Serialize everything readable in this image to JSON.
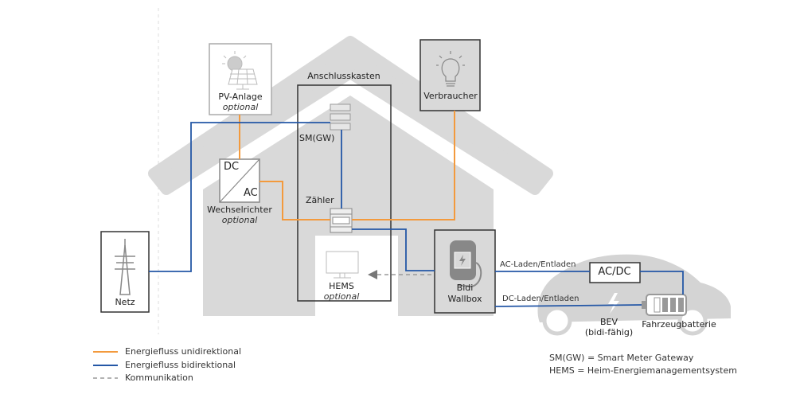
{
  "components": {
    "pv": {
      "name": "PV-Anlage",
      "note": "optional",
      "icon": "solar-panel-icon"
    },
    "anschlusskasten": {
      "name": "Anschlusskasten"
    },
    "smgw": {
      "name": "SM(GW)",
      "icon": "server-stack-icon"
    },
    "verbraucher": {
      "name": "Verbraucher",
      "icon": "light-bulb-icon"
    },
    "wechselrichter": {
      "name": "Wechselrichter",
      "note": "optional",
      "dc": "DC",
      "ac": "AC"
    },
    "zaehler": {
      "name": "Zähler",
      "icon": "meter-icon"
    },
    "netz": {
      "name": "Netz",
      "icon": "power-pylon-icon"
    },
    "hems": {
      "name": "HEMS",
      "note": "optional",
      "icon": "monitor-icon"
    },
    "wallbox": {
      "name_line1": "Bidi",
      "name_line2": "Wallbox",
      "icon": "charging-station-icon"
    },
    "acdc": {
      "name": "AC/DC"
    },
    "bev": {
      "name_line1": "BEV",
      "name_line2": "(bidi-fähig)",
      "icon": "car-icon"
    },
    "battery": {
      "name": "Fahrzeugbatterie",
      "icon": "battery-icon"
    }
  },
  "connections": {
    "ac_label": "AC-Laden/Entladen",
    "dc_label": "DC-Laden/Entladen"
  },
  "legend": {
    "items": [
      {
        "label": "Energiefluss unidirektional",
        "style": "solid",
        "color": "#F39A3D"
      },
      {
        "label": "Energiefluss bidirektional",
        "style": "solid",
        "color": "#2457A6"
      },
      {
        "label": "Kommunikation",
        "style": "dashed",
        "color": "#9a9a9a"
      }
    ]
  },
  "abbreviations": [
    "SM(GW) = Smart Meter Gateway",
    "HEMS = Heim-Energiemanagementsystem"
  ],
  "colors": {
    "unidirectional": "#F39A3D",
    "bidirectional": "#2457A6",
    "communication": "#9a9a9a",
    "house": "#d9d9d9"
  }
}
